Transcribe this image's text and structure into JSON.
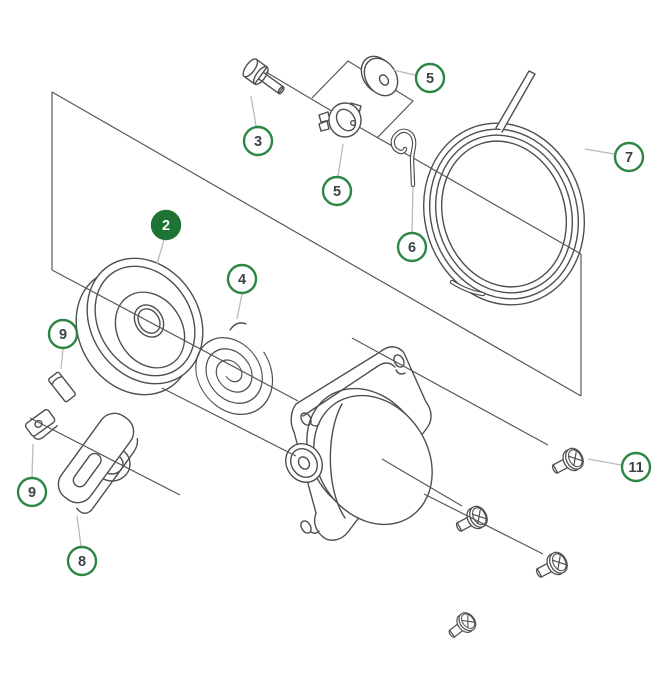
{
  "diagram": {
    "type": "exploded-parts-diagram",
    "background": "#ffffff",
    "line_color": "#4b5054",
    "leader_color": "#b7bbbb",
    "callout_ring_color": "#2d8644",
    "callout_filled_color": "#1e7434",
    "callout_text_color": "#3f4345",
    "callouts": {
      "c2": {
        "label": "2",
        "style": "filled"
      },
      "c3": {
        "label": "3",
        "style": "outline"
      },
      "c4": {
        "label": "4",
        "style": "outline"
      },
      "c5a": {
        "label": "5",
        "style": "outline"
      },
      "c5b": {
        "label": "5",
        "style": "outline"
      },
      "c6": {
        "label": "6",
        "style": "outline"
      },
      "c7": {
        "label": "7",
        "style": "outline"
      },
      "c8": {
        "label": "8",
        "style": "outline"
      },
      "c9a": {
        "label": "9",
        "style": "outline"
      },
      "c9b": {
        "label": "9",
        "style": "outline"
      },
      "c11": {
        "label": "11",
        "style": "outline"
      }
    }
  }
}
